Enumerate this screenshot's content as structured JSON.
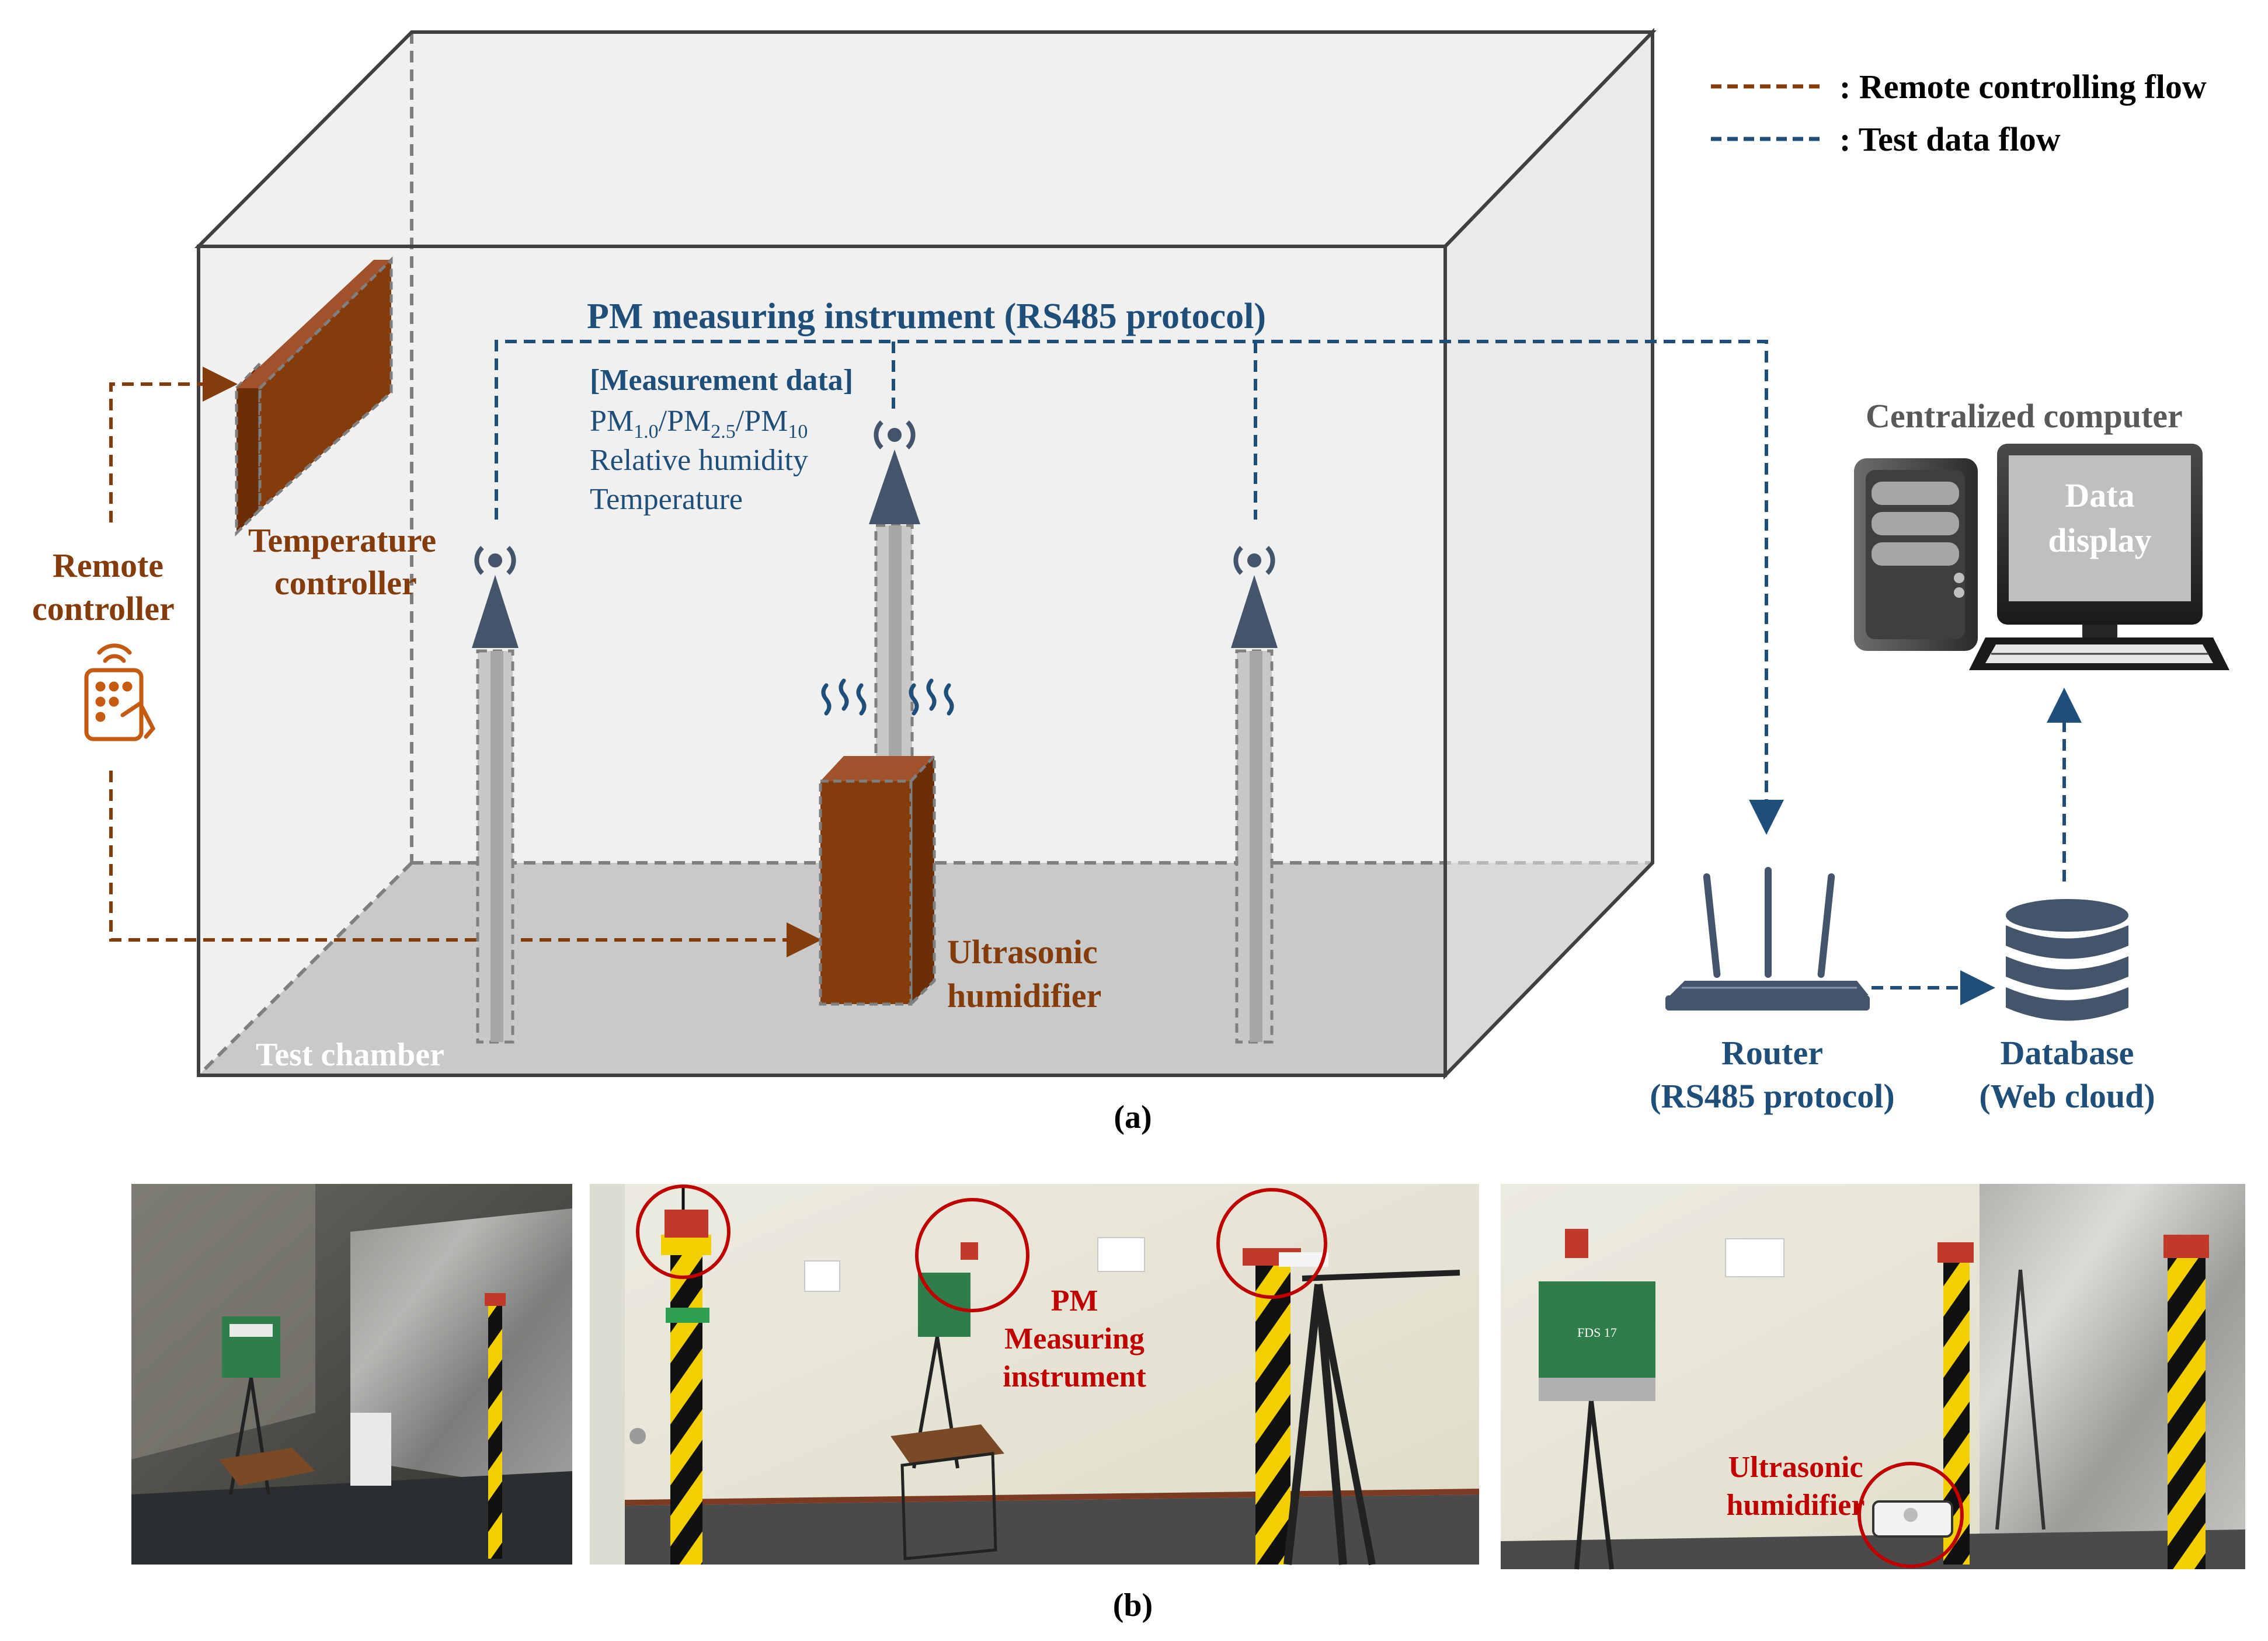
{
  "legend": {
    "remote_flow": ": Remote controlling flow",
    "data_flow": ": Test data flow"
  },
  "part_a": {
    "caption": "(a)",
    "pm_instrument_title": "PM measuring instrument (RS485 protocol)",
    "measurement": {
      "heading": "[Measurement data]",
      "pm": {
        "p1": "PM",
        "s1": "1.0",
        "p2": "/PM",
        "s2": "2.5",
        "p3": "/PM",
        "s3": "10"
      },
      "humidity": "Relative humidity",
      "temperature": "Temperature"
    },
    "remote_controller": [
      "Remote",
      "controller"
    ],
    "temperature_controller": [
      "Temperature",
      "controller"
    ],
    "ultrasonic_humidifier": [
      "Ultrasonic",
      "humidifier"
    ],
    "test_chamber": "Test chamber",
    "centralized_computer": "Centralized computer",
    "data_display": [
      "Data",
      "display"
    ],
    "router": [
      "Router",
      "(RS485 protocol)"
    ],
    "database": [
      "Database",
      "(Web cloud)"
    ]
  },
  "part_b": {
    "caption": "(b)",
    "pm_label": [
      "PM",
      "Measuring",
      "instrument"
    ],
    "humidifier_label": [
      "Ultrasonic",
      "humidifier"
    ],
    "case_text": "FDS 17"
  },
  "colors": {
    "brown": "#843c0c",
    "blue": "#1f4e79",
    "antenna": "#44546a",
    "gray_dash": "#7f7f7f",
    "red_circle": "#c00000"
  }
}
